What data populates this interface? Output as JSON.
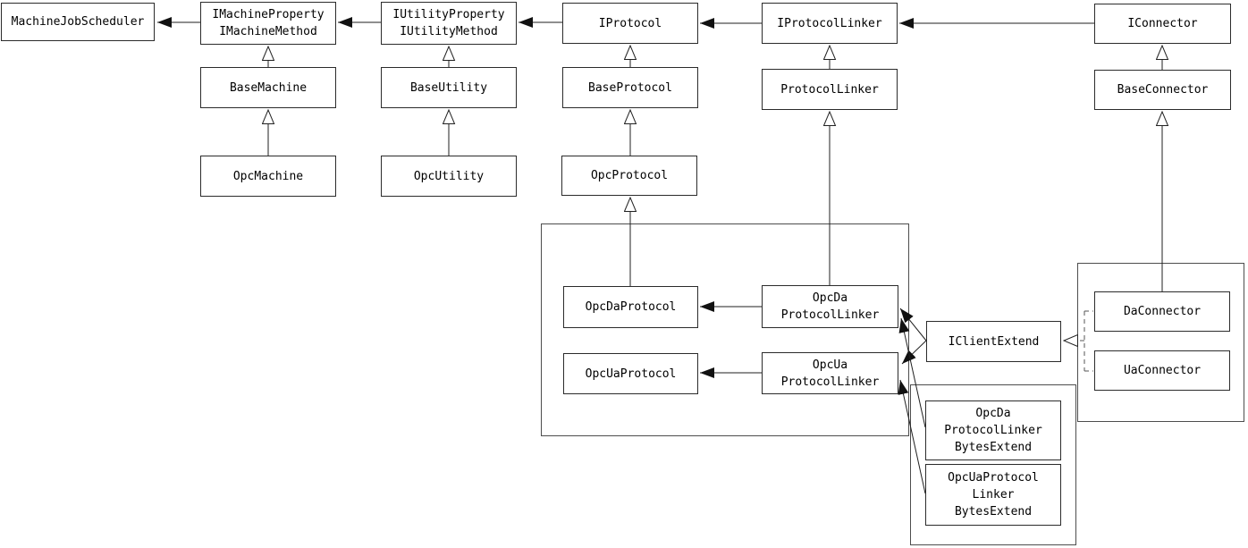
{
  "colors": {
    "background": "#ffffff",
    "line": "#1f1f1f",
    "box_border": "#2b2b2b",
    "box_fill": "#ffffff",
    "text": "#000000"
  },
  "nodes": {
    "machineJobScheduler": {
      "label": "MachineJobScheduler"
    },
    "iMachine": {
      "line1": "IMachineProperty",
      "line2": "IMachineMethod"
    },
    "iUtility": {
      "line1": "IUtilityProperty",
      "line2": "IUtilityMethod"
    },
    "iProtocol": {
      "label": "IProtocol"
    },
    "iProtocolLinker": {
      "label": "IProtocolLinker"
    },
    "iConnector": {
      "label": "IConnector"
    },
    "baseMachine": {
      "label": "BaseMachine"
    },
    "baseUtility": {
      "label": "BaseUtility"
    },
    "baseProtocol": {
      "label": "BaseProtocol"
    },
    "protocolLinker": {
      "label": "ProtocolLinker"
    },
    "baseConnector": {
      "label": "BaseConnector"
    },
    "opcMachine": {
      "label": "OpcMachine"
    },
    "opcUtility": {
      "label": "OpcUtility"
    },
    "opcProtocol": {
      "label": "OpcProtocol"
    },
    "opcDaProtocol": {
      "label": "OpcDaProtocol"
    },
    "opcUaProtocol": {
      "label": "OpcUaProtocol"
    },
    "opcDaProtocolLinker": {
      "line1": "OpcDa",
      "line2": "ProtocolLinker"
    },
    "opcUaProtocolLinker": {
      "line1": "OpcUa",
      "line2": "ProtocolLinker"
    },
    "iClientExtend": {
      "label": "IClientExtend"
    },
    "daConnector": {
      "label": "DaConnector"
    },
    "uaConnector": {
      "label": "UaConnector"
    },
    "opcDaProtocolLinkerBytesExtend": {
      "line1": "OpcDa",
      "line2": "ProtocolLinker",
      "line3": "BytesExtend"
    },
    "opcUaProtocolLinkerBytesExtend": {
      "line1": "OpcUaProtocol",
      "line2": "Linker",
      "line3": "BytesExtend"
    }
  },
  "edges": [
    {
      "from": "IMachineProperty/IMachineMethod",
      "to": "MachineJobScheduler",
      "type": "association"
    },
    {
      "from": "IUtilityProperty/IUtilityMethod",
      "to": "IMachineProperty/IMachineMethod",
      "type": "association"
    },
    {
      "from": "IProtocol",
      "to": "IUtilityProperty/IUtilityMethod",
      "type": "association"
    },
    {
      "from": "IProtocolLinker",
      "to": "IProtocol",
      "type": "association"
    },
    {
      "from": "IConnector",
      "to": "IProtocolLinker",
      "type": "association"
    },
    {
      "from": "BaseMachine",
      "to": "IMachineProperty/IMachineMethod",
      "type": "inheritance"
    },
    {
      "from": "OpcMachine",
      "to": "BaseMachine",
      "type": "inheritance"
    },
    {
      "from": "BaseUtility",
      "to": "IUtilityProperty/IUtilityMethod",
      "type": "inheritance"
    },
    {
      "from": "OpcUtility",
      "to": "BaseUtility",
      "type": "inheritance"
    },
    {
      "from": "BaseProtocol",
      "to": "IProtocol",
      "type": "inheritance"
    },
    {
      "from": "OpcProtocol",
      "to": "BaseProtocol",
      "type": "inheritance"
    },
    {
      "from": "OpcDaProtocol",
      "to": "OpcProtocol",
      "type": "inheritance"
    },
    {
      "from": "ProtocolLinker",
      "to": "IProtocolLinker",
      "type": "inheritance"
    },
    {
      "from": "OpcDaProtocolLinker",
      "to": "ProtocolLinker",
      "type": "inheritance"
    },
    {
      "from": "BaseConnector",
      "to": "IConnector",
      "type": "inheritance"
    },
    {
      "from": "DaConnector",
      "to": "BaseConnector",
      "type": "inheritance"
    },
    {
      "from": "OpcDaProtocolLinker",
      "to": "OpcDaProtocol",
      "type": "association"
    },
    {
      "from": "OpcUaProtocolLinker",
      "to": "OpcUaProtocol",
      "type": "association"
    },
    {
      "from": "IClientExtend",
      "to": "OpcDaProtocolLinker",
      "type": "association"
    },
    {
      "from": "IClientExtend",
      "to": "OpcUaProtocolLinker",
      "type": "association"
    },
    {
      "from": "OpcDaProtocolLinkerBytesExtend",
      "to": "OpcDaProtocolLinker",
      "type": "association"
    },
    {
      "from": "OpcUaProtocolLinkerBytesExtend",
      "to": "OpcUaProtocolLinker",
      "type": "association"
    },
    {
      "from": "DaConnector",
      "to": "IClientExtend",
      "type": "realization"
    },
    {
      "from": "UaConnector",
      "to": "IClientExtend",
      "type": "realization"
    }
  ]
}
